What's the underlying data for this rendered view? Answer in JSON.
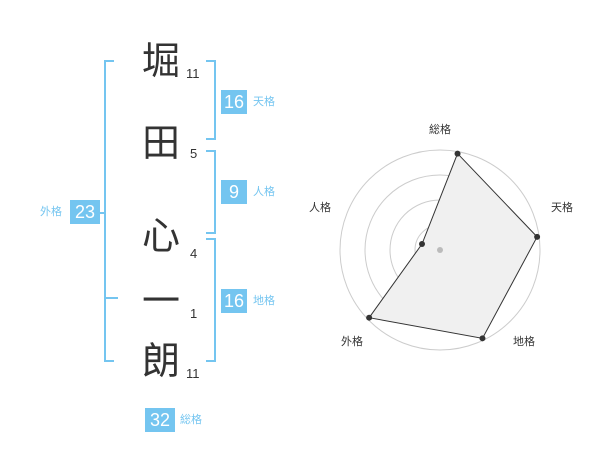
{
  "name": {
    "characters": [
      {
        "char": "堀",
        "strokes": "11"
      },
      {
        "char": "田",
        "strokes": "5"
      },
      {
        "char": "心",
        "strokes": "4"
      },
      {
        "char": "一",
        "strokes": "1"
      },
      {
        "char": "朗",
        "strokes": "11"
      }
    ]
  },
  "fortunes": {
    "tenkaku": {
      "value": "16",
      "label": "天格"
    },
    "jinkaku": {
      "value": "9",
      "label": "人格"
    },
    "chikaku": {
      "value": "16",
      "label": "地格"
    },
    "gaikaku": {
      "value": "23",
      "label": "外格"
    },
    "soukaku": {
      "value": "32",
      "label": "総格"
    }
  },
  "colors": {
    "accent": "#74c5f0",
    "text": "#333333",
    "radar_fill": "#f0f0f0",
    "radar_grid": "#cccccc"
  },
  "chart_data": {
    "type": "radar",
    "axes": [
      "総格",
      "天格",
      "地格",
      "外格",
      "人格"
    ],
    "values": [
      4,
      4,
      4,
      4,
      1
    ],
    "rmax": 4,
    "rings": 4
  }
}
